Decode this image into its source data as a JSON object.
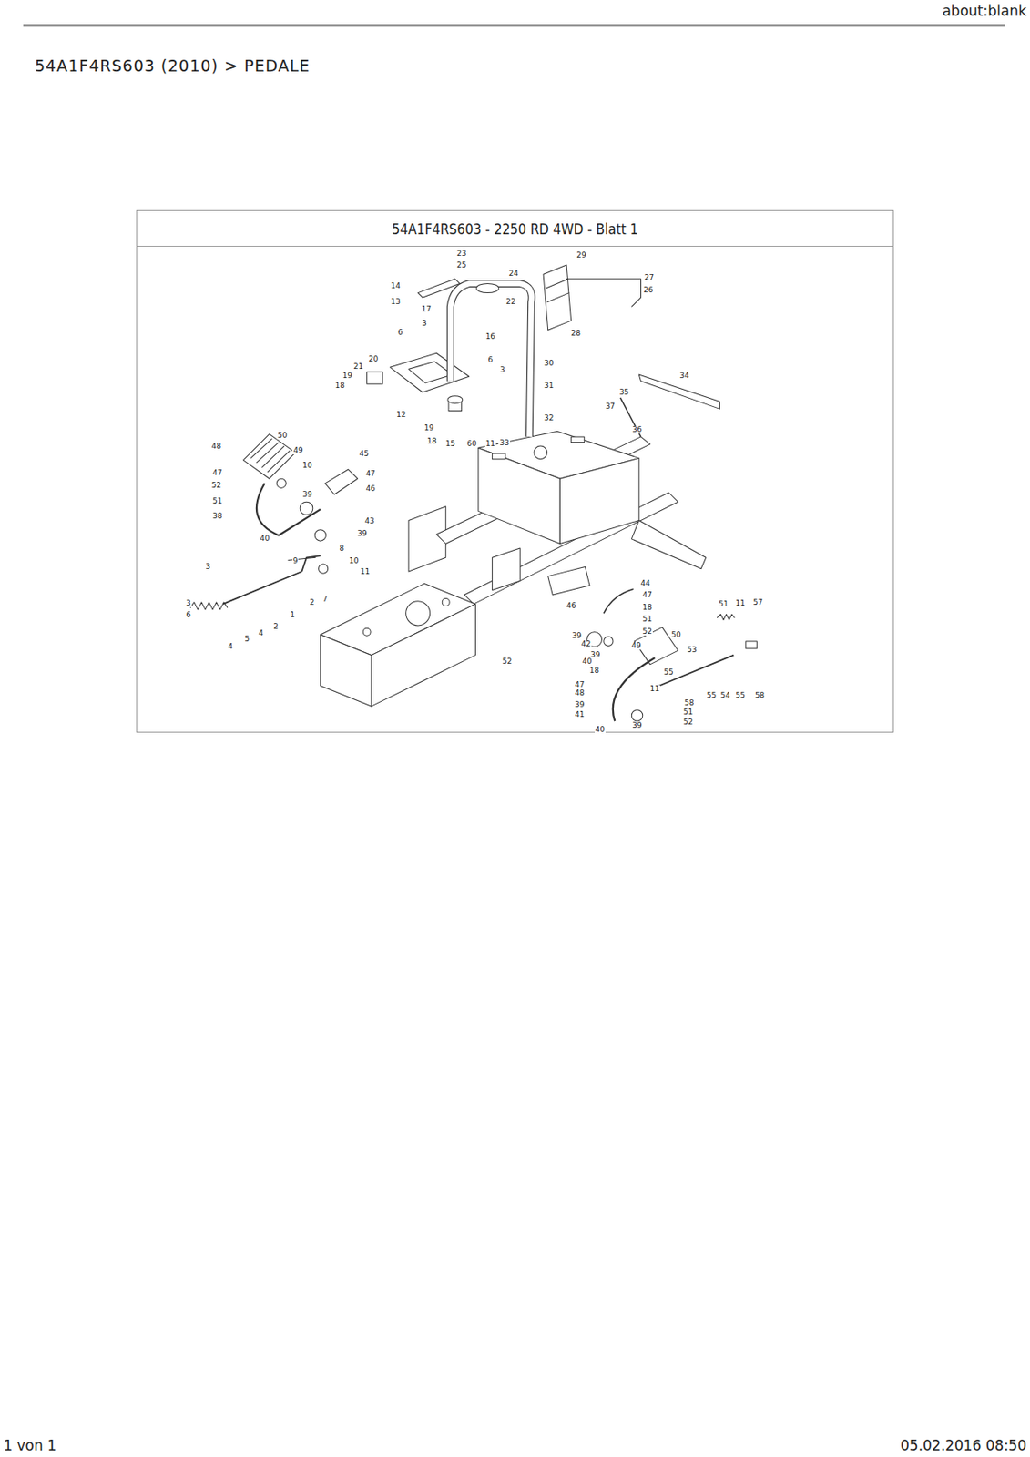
{
  "diagram": {
    "title": "54A1F4RS603 (2010) > PEDALE",
    "nodes": [
      {
        "text": [
          "54A1F4RS603 - 2250 RD 4WD - Blatt 1"
        ]
      }
    ],
    "labels": [
      "about:blank",
      "23",
      "25",
      "24",
      "22",
      "29",
      "27",
      "26",
      "28",
      "14",
      "13",
      "17",
      "16",
      "3",
      "6",
      "6",
      "3",
      "30",
      "20",
      "21",
      "19",
      "18",
      "12",
      "19",
      "18",
      "15",
      "60",
      "11",
      "33",
      "31",
      "32",
      "34",
      "35",
      "37",
      "36",
      "48",
      "50",
      "49",
      "10",
      "45",
      "47",
      "47",
      "52",
      "46",
      "51",
      "39",
      "38",
      "43",
      "40",
      "39",
      "8",
      "9",
      "10",
      "3",
      "11",
      "3",
      "6",
      "2",
      "1",
      "2",
      "7",
      "4",
      "5",
      "4",
      "44",
      "47",
      "46",
      "18",
      "51",
      "39",
      "42",
      "52",
      "39",
      "40",
      "50",
      "49",
      "18",
      "47",
      "48",
      "39",
      "41",
      "40",
      "39",
      "51",
      "52",
      "55",
      "11",
      "58",
      "53",
      "51",
      "11",
      "57",
      "55",
      "54",
      "55",
      "58",
      "52",
      "1 von 1",
      "05.02.2016 08:50"
    ]
  }
}
